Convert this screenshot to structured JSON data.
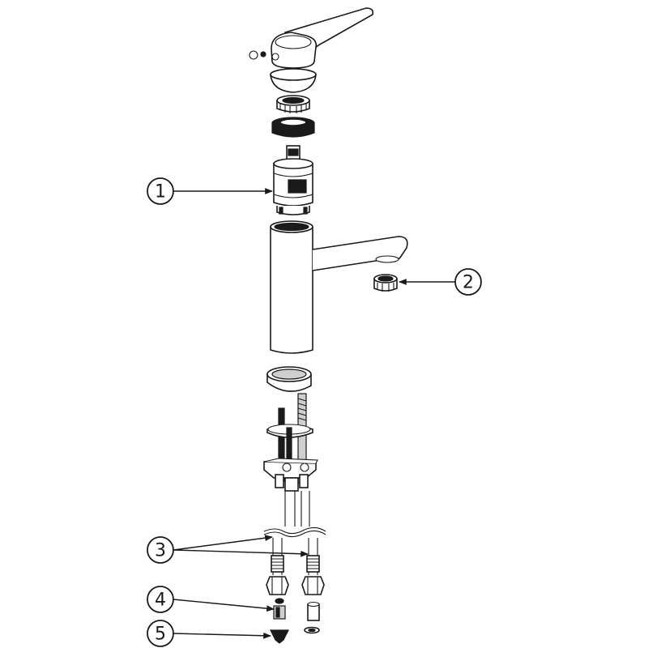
{
  "callouts": [
    {
      "number": "1",
      "part": "cartridge"
    },
    {
      "number": "2",
      "part": "aerator"
    },
    {
      "number": "3",
      "part": "supply-hoses"
    },
    {
      "number": "4",
      "part": "hose-filter-adapter"
    },
    {
      "number": "5",
      "part": "strainer"
    }
  ],
  "colors": {
    "stroke": "#1a1a1a",
    "fill": "#ffffff",
    "shade": "#cfcfcf"
  }
}
